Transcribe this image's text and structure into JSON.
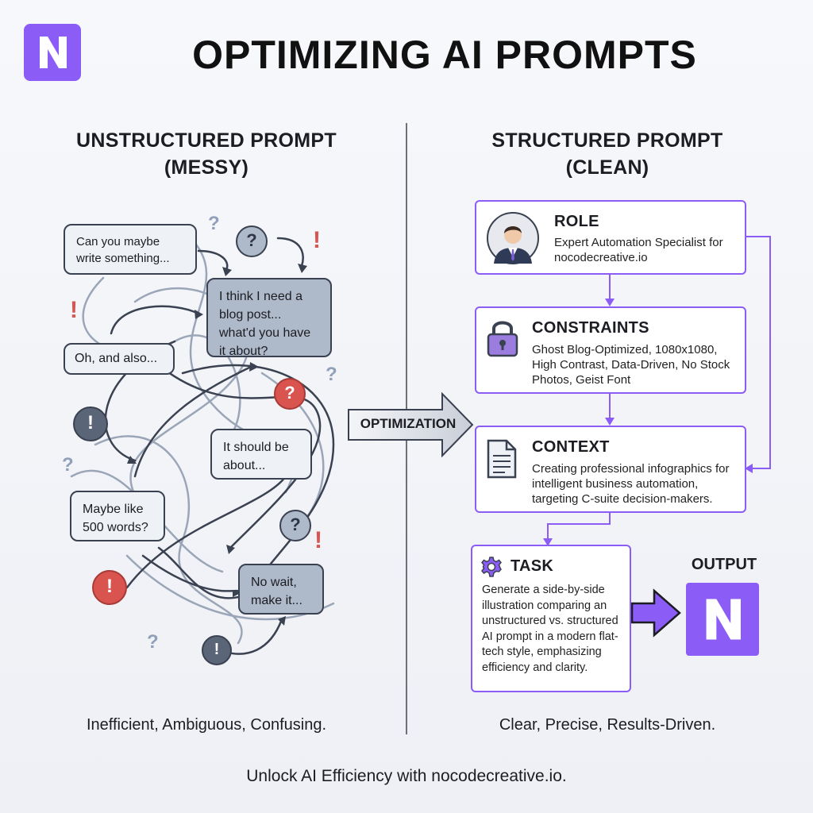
{
  "header": {
    "title": "OPTIMIZING AI PROMPTS",
    "logo_letter": "N"
  },
  "left": {
    "heading_line1": "UNSTRUCTURED PROMPT",
    "heading_line2": "(MESSY)",
    "bubbles": [
      "Can you maybe write something...",
      "I think I need a blog post... what'd you have it about?",
      "Oh, and also...",
      "It should be about...",
      "Maybe like 500 words?",
      "No wait, make it..."
    ],
    "footer": "Inefficient, Ambiguous, Confusing."
  },
  "arrow_label": "OPTIMIZATION",
  "right": {
    "heading_line1": "STRUCTURED PROMPT",
    "heading_line2": "(CLEAN)",
    "role": {
      "title": "ROLE",
      "body": "Expert Automation Specialist for nocodecreative.io"
    },
    "constraints": {
      "title": "CONSTRAINTS",
      "body": "Ghost Blog-Optimized, 1080x1080, High Contrast, Data-Driven, No Stock Photos, Geist Font"
    },
    "context": {
      "title": "CONTEXT",
      "body": "Creating professional infographics for intelligent business automation, targeting C-suite decision-makers."
    },
    "task": {
      "title": "TASK",
      "body": "Generate a side-by-side illustration comparing an unstructured vs. structured AI prompt in a modern flat-tech style, emphasizing efficiency and clarity."
    },
    "output_label": "OUTPUT",
    "footer": "Clear, Precise, Results-Driven."
  },
  "cta": "Unlock AI Efficiency with nocodecreative.io.",
  "colors": {
    "accent": "#8b5cf6",
    "alert": "#d9534f",
    "bubble_dark": "#aeb9c9",
    "bubble_light": "#eef1f6"
  }
}
